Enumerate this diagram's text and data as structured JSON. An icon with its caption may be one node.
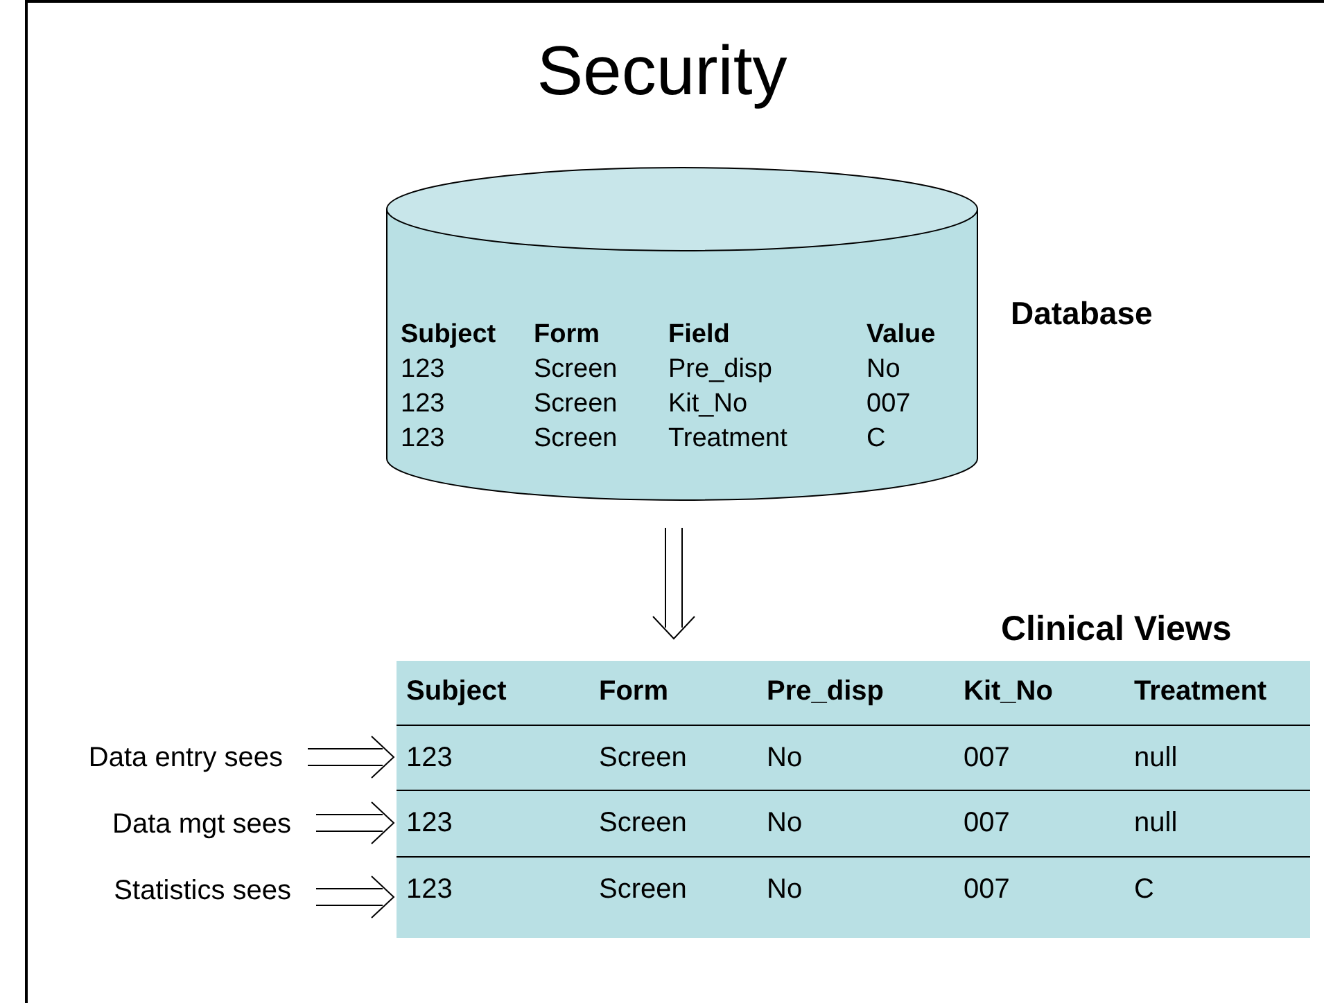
{
  "diagram": {
    "title": "Security",
    "nodes": [
      {
        "text": [
          "Subject",
          "Form",
          "Field",
          "Value",
          "123",
          "Screen",
          "Pre_disp",
          "No",
          "123",
          "Screen",
          "Kit_No",
          "007",
          "123",
          "Screen",
          "Treatment",
          "C"
        ],
        "beside": [
          "Database"
        ]
      },
      {
        "text": [
          "Subject",
          "Form",
          "Pre_disp",
          "Kit_No",
          "Treatment"
        ],
        "beside": [
          "Clinical Views"
        ]
      },
      {
        "text": [
          "123",
          "Screen",
          "No",
          "007",
          "null"
        ],
        "in": 1
      },
      {
        "text": [
          "123",
          "Screen",
          "No",
          "007",
          "null"
        ],
        "in": 1
      },
      {
        "text": [
          "123",
          "Screen",
          "No",
          "007",
          "C"
        ],
        "in": 1
      },
      {
        "text": [
          "Data entry sees"
        ]
      },
      {
        "text": [
          "Data mgt sees"
        ]
      },
      {
        "text": [
          "Statistics sees"
        ]
      }
    ],
    "edges": [
      {
        "from": 0,
        "to": 1,
        "arrow": "to"
      },
      {
        "from": 5,
        "to": 2,
        "arrow": "to"
      },
      {
        "from": 6,
        "to": 3,
        "arrow": "to"
      },
      {
        "from": 7,
        "to": 4,
        "arrow": "to"
      }
    ]
  }
}
